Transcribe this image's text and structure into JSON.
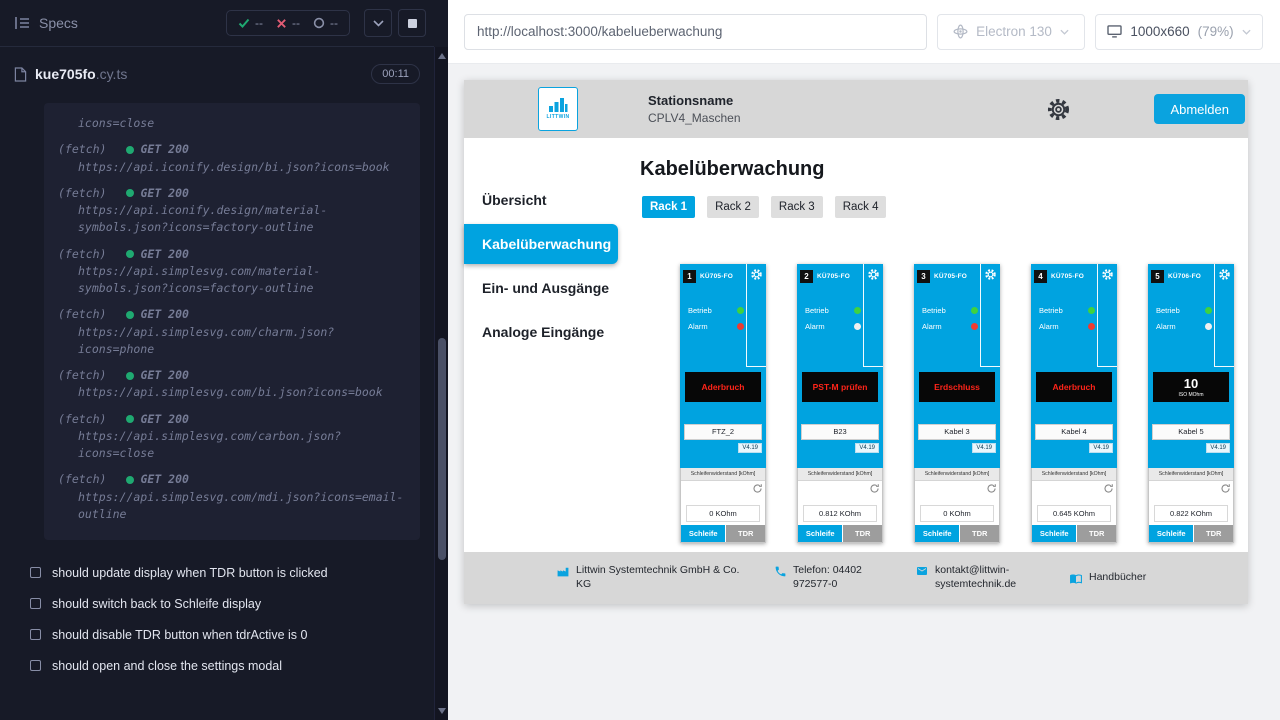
{
  "runner": {
    "specs_label": "Specs",
    "stats": {
      "passed": "--",
      "failed": "--",
      "pending": "--"
    },
    "spec": {
      "name": "kue705fo",
      "ext": ".cy.ts",
      "timer": "00:11"
    },
    "log": [
      {
        "cont": "icons=close"
      },
      {
        "prefix": "(fetch)",
        "status": "GET 200",
        "url": "https://api.iconify.design/bi.json?icons=book"
      },
      {
        "prefix": "(fetch)",
        "status": "GET 200",
        "url": "https://api.iconify.design/material-symbols.json?icons=factory-outline"
      },
      {
        "prefix": "(fetch)",
        "status": "GET 200",
        "url": "https://api.simplesvg.com/material-symbols.json?icons=factory-outline"
      },
      {
        "prefix": "(fetch)",
        "status": "GET 200",
        "url": "https://api.simplesvg.com/charm.json?icons=phone"
      },
      {
        "prefix": "(fetch)",
        "status": "GET 200",
        "url": "https://api.simplesvg.com/bi.json?icons=book"
      },
      {
        "prefix": "(fetch)",
        "status": "GET 200",
        "url": "https://api.simplesvg.com/carbon.json?icons=close"
      },
      {
        "prefix": "(fetch)",
        "status": "GET 200",
        "url": "https://api.simplesvg.com/mdi.json?icons=email-outline"
      }
    ],
    "tests": [
      "should update display when TDR button is clicked",
      "should switch back to Schleife display",
      "should disable TDR button when tdrActive is 0",
      "should open and close the settings modal"
    ]
  },
  "browser": {
    "url": "http://localhost:3000/kabelueberwachung",
    "name": "Electron 130",
    "viewport": "1000x660",
    "scale": "(79%)"
  },
  "app": {
    "logo_text": "LITTWIN",
    "header": {
      "station_label": "Stationsname",
      "station_name": "CPLV4_Maschen",
      "logout_label": "Abmelden"
    },
    "nav": [
      {
        "label": "Übersicht",
        "state": ""
      },
      {
        "label": "Kabelüberwachung",
        "state": "active"
      },
      {
        "label": "Ein- und Ausgänge",
        "state": ""
      },
      {
        "label": "Analoge Eingänge",
        "state": ""
      }
    ],
    "page_title": "Kabelüberwachung",
    "tabs": [
      {
        "label": "Rack 1",
        "state": "active"
      },
      {
        "label": "Rack 2",
        "state": ""
      },
      {
        "label": "Rack 3",
        "state": ""
      },
      {
        "label": "Rack 4",
        "state": ""
      }
    ],
    "card_labels": {
      "betrieb": "Betrieb",
      "alarm": "Alarm",
      "section": "Schleifenwiderstand [kOhm]",
      "schleife": "Schleife",
      "tdr": "TDR"
    },
    "cards": [
      {
        "num": "1",
        "model": "KÜ705-FO",
        "betrieb_color": "#3fd23f",
        "alarm_color": "#ef3b30",
        "status_state": "status-error",
        "status_main": "Aderbruch",
        "status_sub": "",
        "name": "FTZ_2",
        "version": "V4.19",
        "value": "0 KOhm"
      },
      {
        "num": "2",
        "model": "KÜ705-FO",
        "betrieb_color": "#3fd23f",
        "alarm_color": "#f0f0f0",
        "status_state": "status-error",
        "status_main": "PST-M prüfen",
        "status_sub": "",
        "name": "B23",
        "version": "V4.19",
        "value": "0.812 KOhm"
      },
      {
        "num": "3",
        "model": "KÜ705-FO",
        "betrieb_color": "#3fd23f",
        "alarm_color": "#ef3b30",
        "status_state": "status-error",
        "status_main": "Erdschluss",
        "status_sub": "",
        "name": "Kabel 3",
        "version": "V4.19",
        "value": "0 KOhm"
      },
      {
        "num": "4",
        "model": "KÜ705-FO",
        "betrieb_color": "#3fd23f",
        "alarm_color": "#ef3b30",
        "status_state": "status-error",
        "status_main": "Aderbruch",
        "status_sub": "",
        "name": "Kabel 4",
        "version": "V4.19",
        "value": "0.645 KOhm"
      },
      {
        "num": "5",
        "model": "KÜ706-FO",
        "betrieb_color": "#3fd23f",
        "alarm_color": "#f0f0f0",
        "status_state": "status-iso",
        "status_main": "10",
        "status_sub": "ISO MOhm",
        "name": "Kabel 5",
        "version": "V4.19",
        "value": "0.822 KOhm"
      }
    ],
    "footer": {
      "company": "Littwin Systemtechnik GmbH & Co. KG",
      "phone": "Telefon: 04402 972577-0",
      "email": "kontakt@littwin-systemtechnik.de",
      "manuals": "Handbücher"
    }
  },
  "colors": {
    "accent": "#00a3e0",
    "error": "#ff2419",
    "ok": "#3fd23f",
    "pass": "#1fa971",
    "fail": "#e25c74"
  }
}
